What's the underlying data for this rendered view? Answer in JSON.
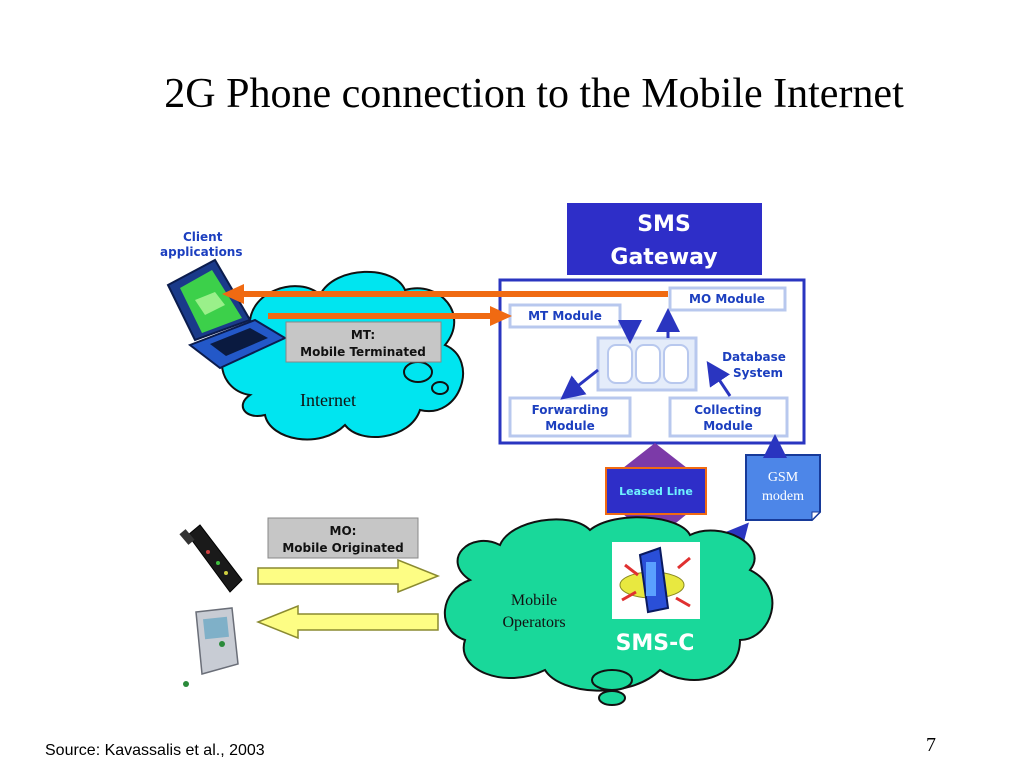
{
  "slide": {
    "title": "2G Phone connection to the Mobile Internet",
    "source": "Source: Kavassalis et al., 2003",
    "page_number": "7"
  },
  "diagram": {
    "client_label_line1": "Client",
    "client_label_line2": "applications",
    "internet_label": "Internet",
    "mt_label_line1": "MT:",
    "mt_label_line2": "Mobile Terminated",
    "mo_label_line1": "MO:",
    "mo_label_line2": "Mobile Originated",
    "gateway_title_line1": "SMS",
    "gateway_title_line2": "Gateway",
    "mt_module": "MT Module",
    "mo_module": "MO Module",
    "database_line1": "Database",
    "database_line2": "System",
    "forwarding_line1": "Forwarding",
    "forwarding_line2": "Module",
    "collecting_line1": "Collecting",
    "collecting_line2": "Module",
    "leased_line": "Leased Line",
    "gsm_line1": "GSM",
    "gsm_line2": "modem",
    "mobile_ops_line1": "Mobile",
    "mobile_ops_line2": "Operators",
    "smsc_label": "SMS-C"
  },
  "colors": {
    "gateway_blue": "#2e2ec8",
    "internet_cloud": "#00e5f0",
    "operators_cloud": "#19d89a",
    "arrow_orange": "#f06a12",
    "arrow_yellow": "#fdfd84",
    "module_text": "#1c3fbf"
  },
  "icons": [
    "laptop-icon",
    "cell-phone-icon",
    "smartphone-icon",
    "server-icon",
    "modem-icon"
  ]
}
